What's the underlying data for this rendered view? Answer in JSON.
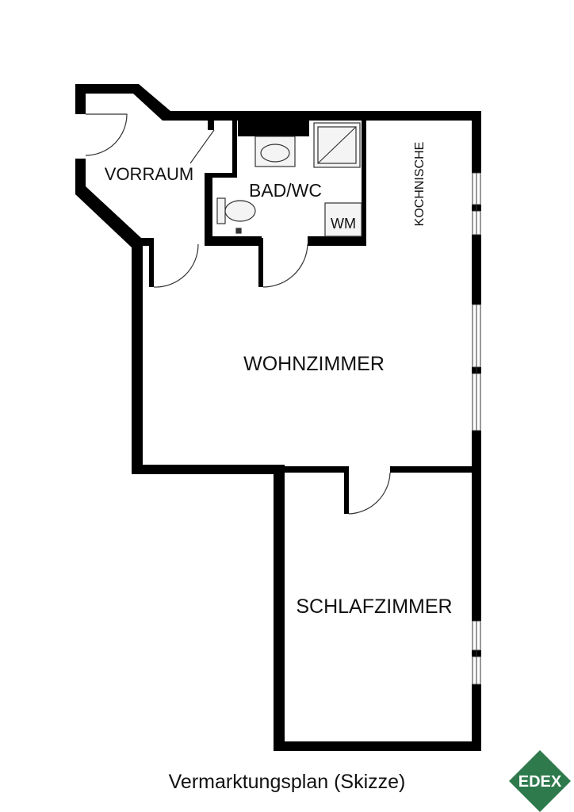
{
  "rooms": {
    "vorraum": "VORRAUM",
    "bad_wc": "BAD/WC",
    "wm": "WM",
    "kochnische": "KOCHNISCHE",
    "wohnzimmer": "WOHNZIMMER",
    "schlafzimmer": "SCHLAFZIMMER"
  },
  "caption": "Vermarktungsplan (Skizze)",
  "logo": {
    "text": "EDEX",
    "color": "#2e7a4d"
  },
  "colors": {
    "wall": "#000000",
    "background": "#ffffff",
    "line": "#333333"
  }
}
